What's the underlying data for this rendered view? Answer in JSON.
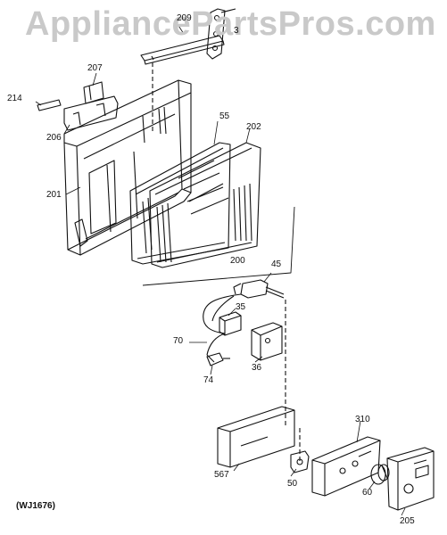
{
  "watermark": "AppliancePartsPros.com",
  "diagram_code": "(WJ1676)",
  "part_labels": {
    "p209": "209",
    "p3": "3",
    "p207": "207",
    "p214": "214",
    "p206": "206",
    "p55": "55",
    "p202": "202",
    "p201": "201",
    "p200": "200",
    "p45": "45",
    "p35": "35",
    "p70": "70",
    "p36": "36",
    "p74": "74",
    "p310": "310",
    "p567": "567",
    "p50": "50",
    "p60": "60",
    "p205": "205"
  },
  "colors": {
    "line": "#111111",
    "watermark": "#c9c9c9",
    "background": "#ffffff"
  }
}
